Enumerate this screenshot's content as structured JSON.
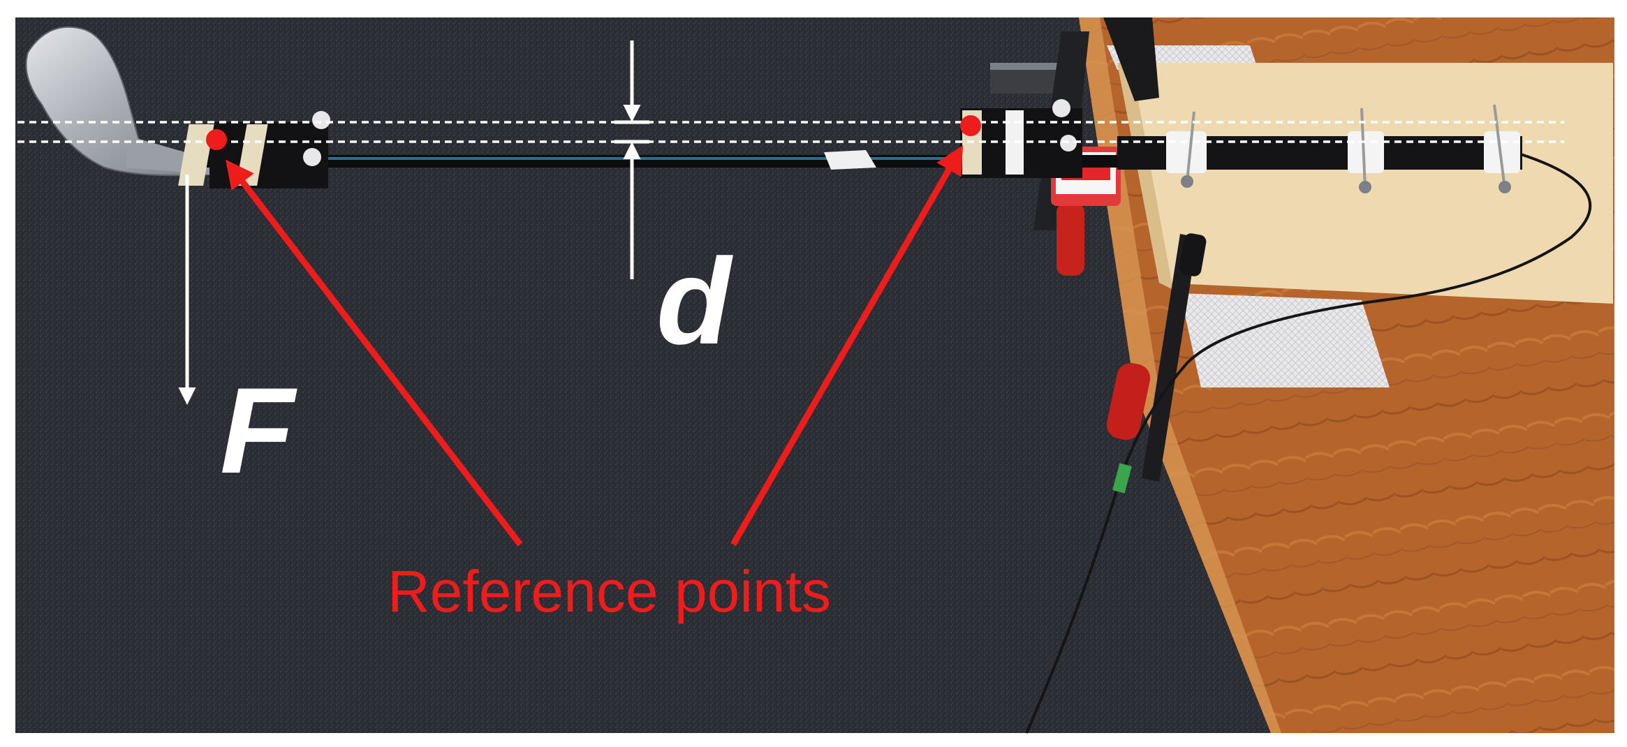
{
  "figure": {
    "deflection_label": "d",
    "force_label": "F",
    "reference_label": "Reference points"
  },
  "colors": {
    "annotation_red": "#ef1c1c",
    "annotation_white": "#ffffff",
    "carpet": "#2a2c33",
    "table_wood": "#b5642c",
    "board": "#efd9b0",
    "shaft": "#121212"
  }
}
